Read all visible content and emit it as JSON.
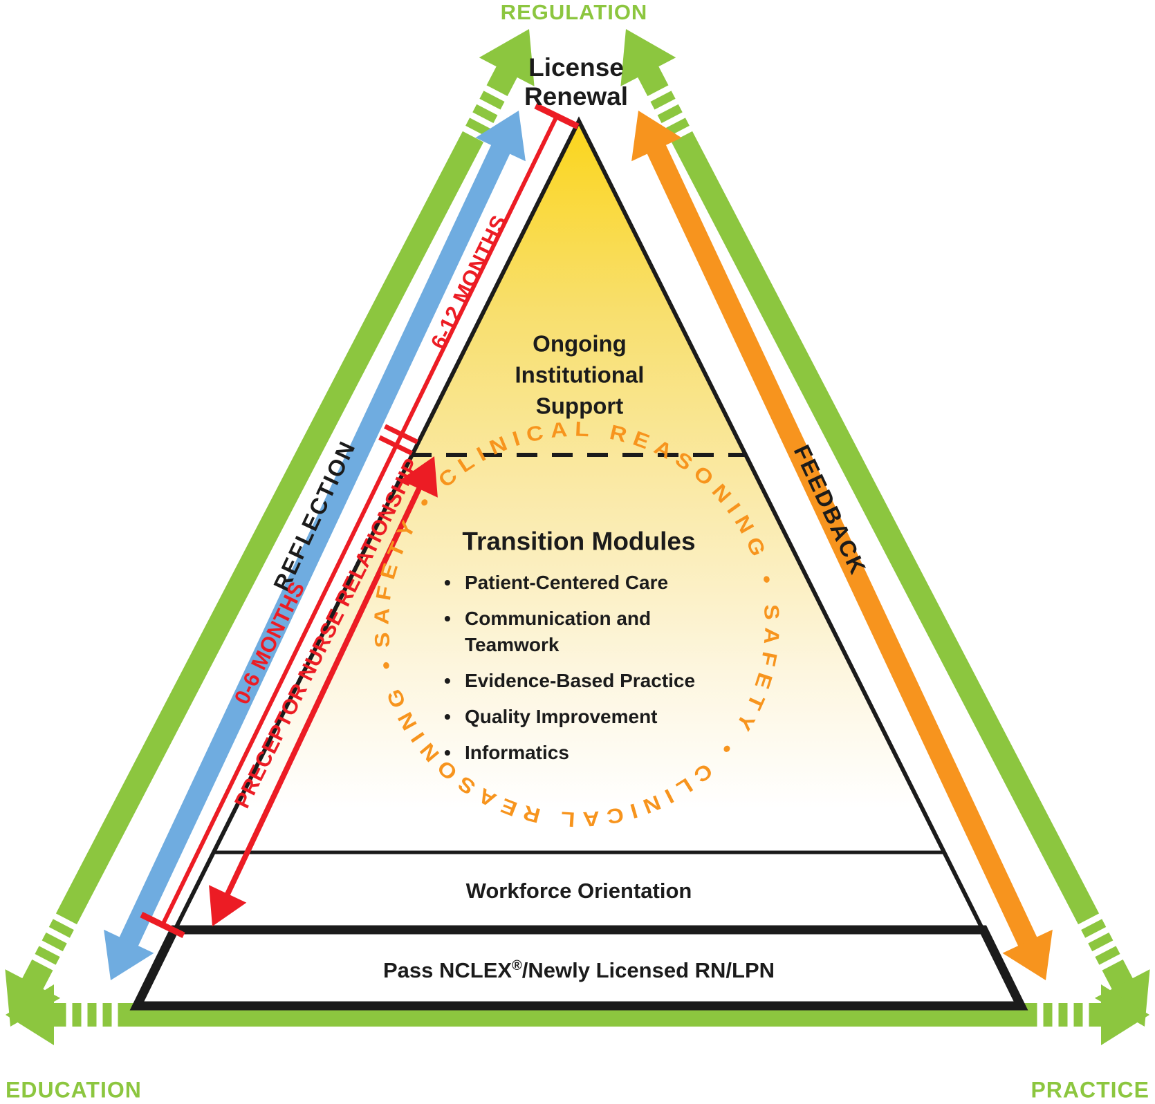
{
  "colors": {
    "green": "#8CC63F",
    "blue": "#6FACE0",
    "orange": "#F7941E",
    "red": "#EC1C24",
    "ring_orange": "#F7941D",
    "yellow_top": "#FBD51B",
    "ink": "#1B1B1B"
  },
  "outer": {
    "top_label": "REGULATION",
    "bottom_left_label": "EDUCATION",
    "bottom_right_label": "PRACTICE"
  },
  "side_arrows": {
    "reflection_label": "REFLECTION",
    "feedback_label": "FEEDBACK"
  },
  "timeline": {
    "upper_label": "6-12 MONTHS",
    "lower_label": "0-6 MONTHS",
    "preceptor_label": "PRECEPTOR NURSE RELATIONSHIP"
  },
  "apex": {
    "license_renewal": "License Renewal"
  },
  "pyramid": {
    "ongoing_support": "Ongoing Institutional Support",
    "ring_text": "SAFETY • CLINICAL REASONING • SAFETY • CLINICAL REASONING •",
    "modules": {
      "title": "Transition Modules",
      "items": [
        "Patient-Centered Care",
        "Communication and Teamwork",
        "Evidence-Based Practice",
        "Quality Improvement",
        "Informatics"
      ]
    },
    "workforce_label": "Workforce Orientation",
    "nclex": {
      "prefix": "Pass NCLEX",
      "registered": "®",
      "suffix": "/Newly Licensed RN/LPN"
    }
  }
}
